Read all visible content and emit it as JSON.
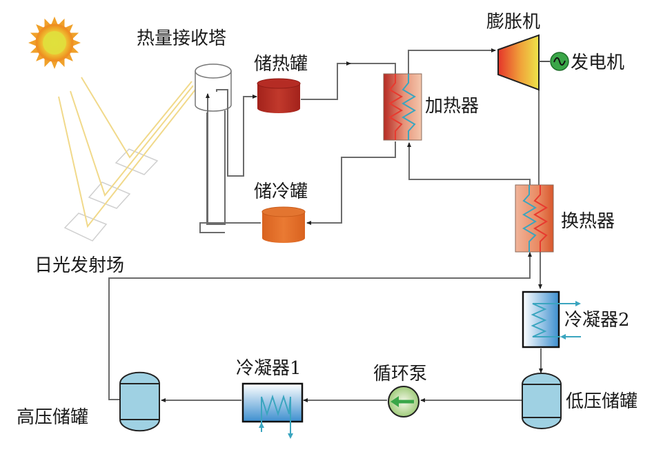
{
  "labels": {
    "receiver_tower": "热量接收塔",
    "hot_tank": "储热罐",
    "cold_tank": "储冷罐",
    "heliostat_field": "日光发射场",
    "heater": "加热器",
    "expander": "膨胀机",
    "generator": "发电机",
    "heat_exchanger": "换热器",
    "condenser2_text": "冷凝器",
    "condenser2_num": "2",
    "condenser1_text": "冷凝器",
    "condenser1_num": "1",
    "pump": "循环泵",
    "hp_tank": "高压储罐",
    "lp_tank": "低压储罐"
  },
  "colors": {
    "pipe": "#6b6b6b",
    "sun_outer": "#f29a1f",
    "sun_inner": "#e8d53a",
    "ray": "#f1d98a",
    "hot_tank": "#b22a22",
    "cold_tank": "#e06b25",
    "vessel": "#9fd1e3",
    "hot_coil": "#e83a2f",
    "cold_coil": "#3aa5bf",
    "generator": "#3aa648",
    "pump": "#b9d99a"
  }
}
